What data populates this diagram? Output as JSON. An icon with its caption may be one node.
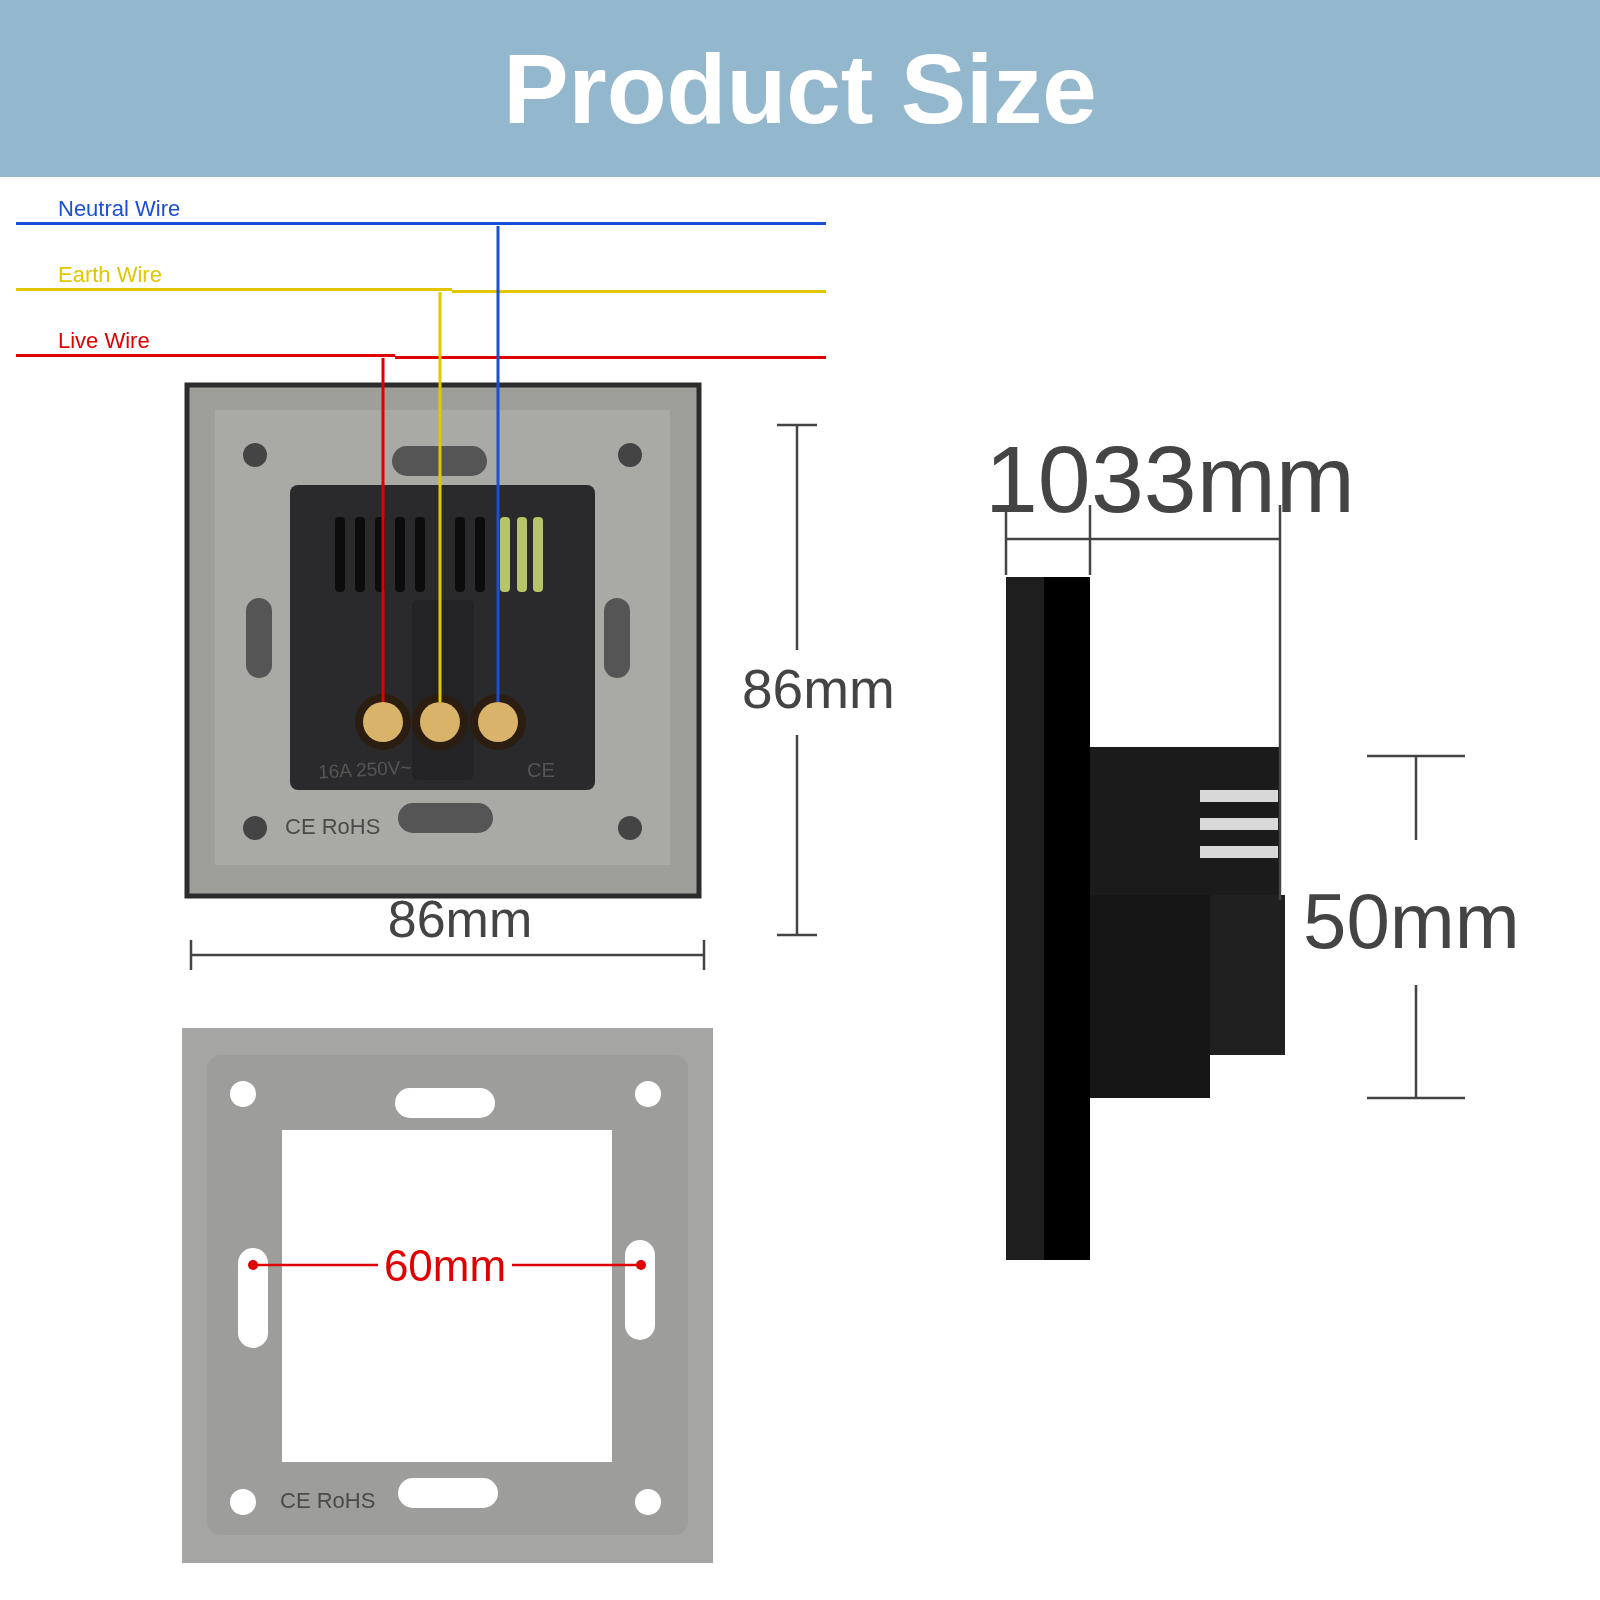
{
  "diagram": {
    "title": "Product Size",
    "nodes": [
      {
        "text": [
          "Neutral Wire"
        ]
      },
      {
        "text": [
          "Earth Wire"
        ]
      },
      {
        "text": [
          "Live Wire"
        ]
      },
      {
        "text": [],
        "shape": "circle"
      },
      {
        "text": [],
        "shape": "circle"
      },
      {
        "text": [],
        "shape": "circle"
      }
    ],
    "edges": [
      {
        "from": 2,
        "to": 3,
        "arrow": "none",
        "color": "#e00000"
      },
      {
        "from": 1,
        "to": 4,
        "arrow": "none",
        "color": "#e2c600"
      },
      {
        "from": 0,
        "to": 5,
        "arrow": "none",
        "color": "#1a4fd6"
      }
    ],
    "labels": [
      "10",
      "33mm",
      "86mm",
      "16A 250V~",
      "CE",
      "CE RoHS",
      "86mm",
      "50mm",
      "60mm",
      "CE RoHS"
    ]
  }
}
